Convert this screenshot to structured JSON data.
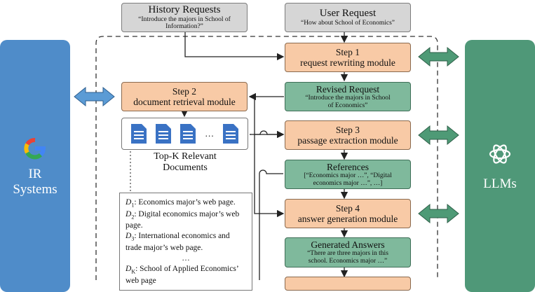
{
  "history": {
    "title": "History Requests",
    "text": "“Introduce the majors in School of Information?”"
  },
  "user": {
    "title": "User Request",
    "text": "“How about School of Economics”"
  },
  "step1": {
    "title": "Step 1",
    "subtitle": "request rewriting module"
  },
  "step2": {
    "title": "Step 2",
    "subtitle": "document retrieval module"
  },
  "revised": {
    "title": "Revised Request",
    "text": "“Introduce the majors in School of Economics”"
  },
  "step3": {
    "title": "Step 3",
    "subtitle": "passage extraction module"
  },
  "references": {
    "title": "References",
    "text": "[“Economics major …”, “Digital economics major …”, …]"
  },
  "step4": {
    "title": "Step 4",
    "subtitle": "answer generation module"
  },
  "answers": {
    "title": "Generated Answers",
    "text": "“There are three majors in this school. Economics major …”"
  },
  "ir": {
    "line1": "IR",
    "line2": "Systems"
  },
  "llm": {
    "label": "LLMs"
  },
  "topk": {
    "line1": "Top-K Relevant",
    "line2": "Documents"
  },
  "doclist": {
    "ellipsis": "…"
  },
  "docs": {
    "d1": {
      "letter": "D",
      "sub": "1",
      "text": ": Economics major’s web page."
    },
    "d2": {
      "letter": "D",
      "sub": "2",
      "text": ": Digital economics major’s web page."
    },
    "d3": {
      "letter": "D",
      "sub": "3",
      "text": ": International economics and trade major’s web page."
    },
    "dots": "…",
    "dk": {
      "letter": "D",
      "sub": "K",
      "text": ": School of Applied Economics’ web page"
    }
  },
  "colors": {
    "gray": "#d6d6d6",
    "orange": "#f8caa6",
    "green": "#7fb99c",
    "ir_blue": "#4f8cc9",
    "llm_green": "#4f9878",
    "arrow_blue": "#5b9bd5",
    "arrow_green": "#4e9a76",
    "doc_blue": "#3a72c4"
  },
  "icons": {
    "ir": "google-g-icon",
    "llm": "openai-logo-icon",
    "doc": "document-icon"
  }
}
